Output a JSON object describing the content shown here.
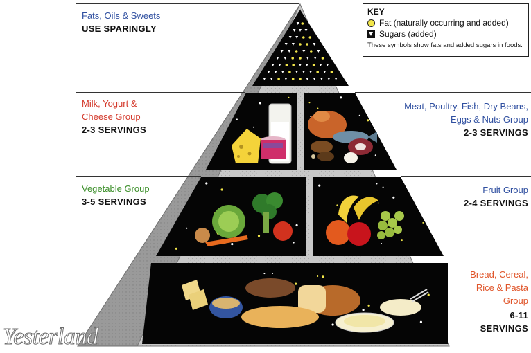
{
  "tiers": [
    {
      "id": "fats",
      "name": "Fats, Oils & Sweets",
      "servings": "USE SPARINGLY",
      "color": "#2f4fa0",
      "side": "left"
    },
    {
      "id": "milk",
      "name": "Milk, Yogurt &\nCheese Group",
      "servings": "2-3 SERVINGS",
      "color": "#d43a2c",
      "side": "left"
    },
    {
      "id": "meat",
      "name": "Meat, Poultry, Fish, Dry Beans,\nEggs & Nuts Group",
      "servings": "2-3 SERVINGS",
      "color": "#2f4fa0",
      "side": "right"
    },
    {
      "id": "vegetable",
      "name": "Vegetable Group",
      "servings": "3-5 SERVINGS",
      "color": "#3c8f2a",
      "side": "left"
    },
    {
      "id": "fruit",
      "name": "Fruit Group",
      "servings": "2-4 SERVINGS",
      "color": "#2f4fa0",
      "side": "right"
    },
    {
      "id": "bread",
      "name": "Bread, Cereal,\nRice & Pasta\nGroup",
      "servings": "6-11\nSERVINGS",
      "color": "#e0552a",
      "side": "right"
    }
  ],
  "key": {
    "title": "KEY",
    "fat_label": "Fat (naturally occurring and added)",
    "sugar_label": "Sugars (added)",
    "note": "These symbols show fats and added sugars in foods."
  },
  "watermark": "Yesterland",
  "colors": {
    "panel": "#050505",
    "frame": "#c7c7c7",
    "edge": "#8a8a8a",
    "fat_dot": "#f2e64a"
  },
  "icons": [
    "fat-dot-icon",
    "sugar-triangle-icon"
  ]
}
